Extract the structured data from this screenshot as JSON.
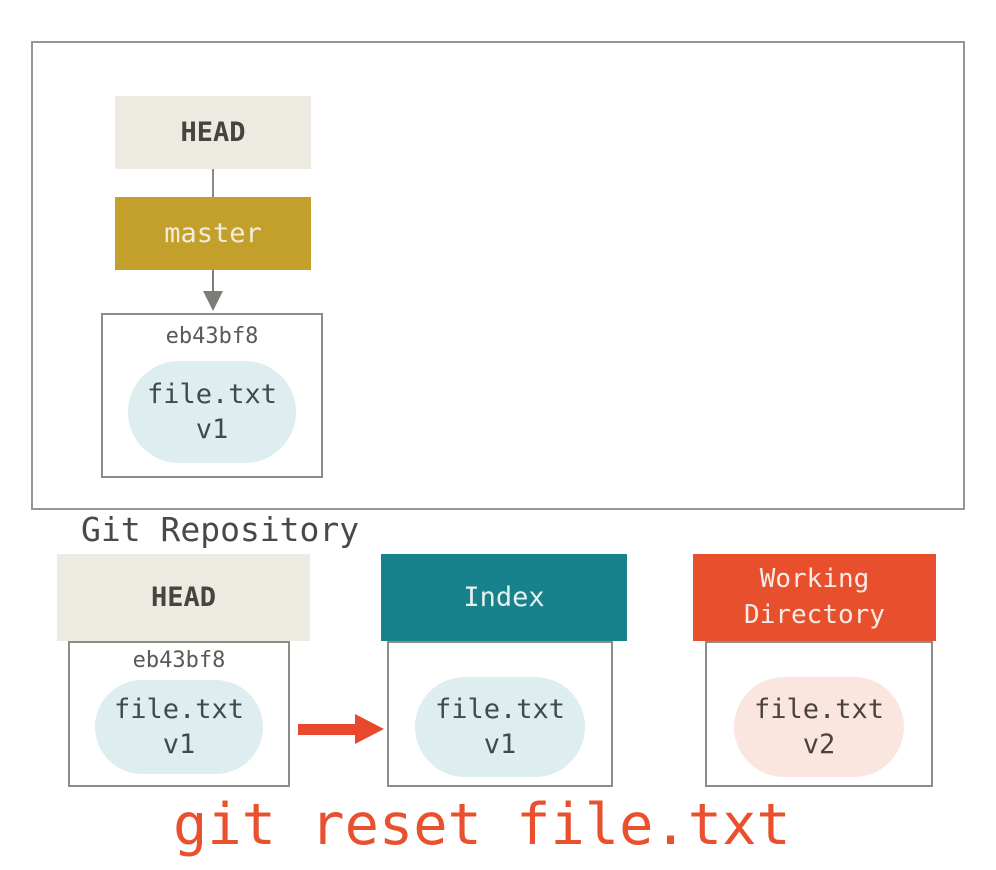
{
  "colors": {
    "head_beige": "#ECEAE1",
    "branch_gold": "#C2A02B",
    "index_teal": "#17818C",
    "workdir_red": "#E8502D",
    "blob_blue": "#DEEDEF",
    "blob_pink": "#FBE5DF",
    "box_border_gray": "#8E8C86",
    "arrow_gray": "#7E7C77",
    "command_red": "#E9502E",
    "dark_text": "#474440"
  },
  "repository": {
    "label": "Git Repository",
    "head_ref": "HEAD",
    "branch": "master",
    "commit": {
      "hash": "eb43bf8",
      "file": "file.txt",
      "version": "v1"
    }
  },
  "bottom": {
    "head": {
      "title": "HEAD",
      "hash": "eb43bf8",
      "file": "file.txt",
      "version": "v1"
    },
    "index": {
      "title": "Index",
      "file": "file.txt",
      "version": "v1"
    },
    "working_directory": {
      "title": "Working Directory",
      "file": "file.txt",
      "version": "v2"
    }
  },
  "command": "git reset file.txt"
}
